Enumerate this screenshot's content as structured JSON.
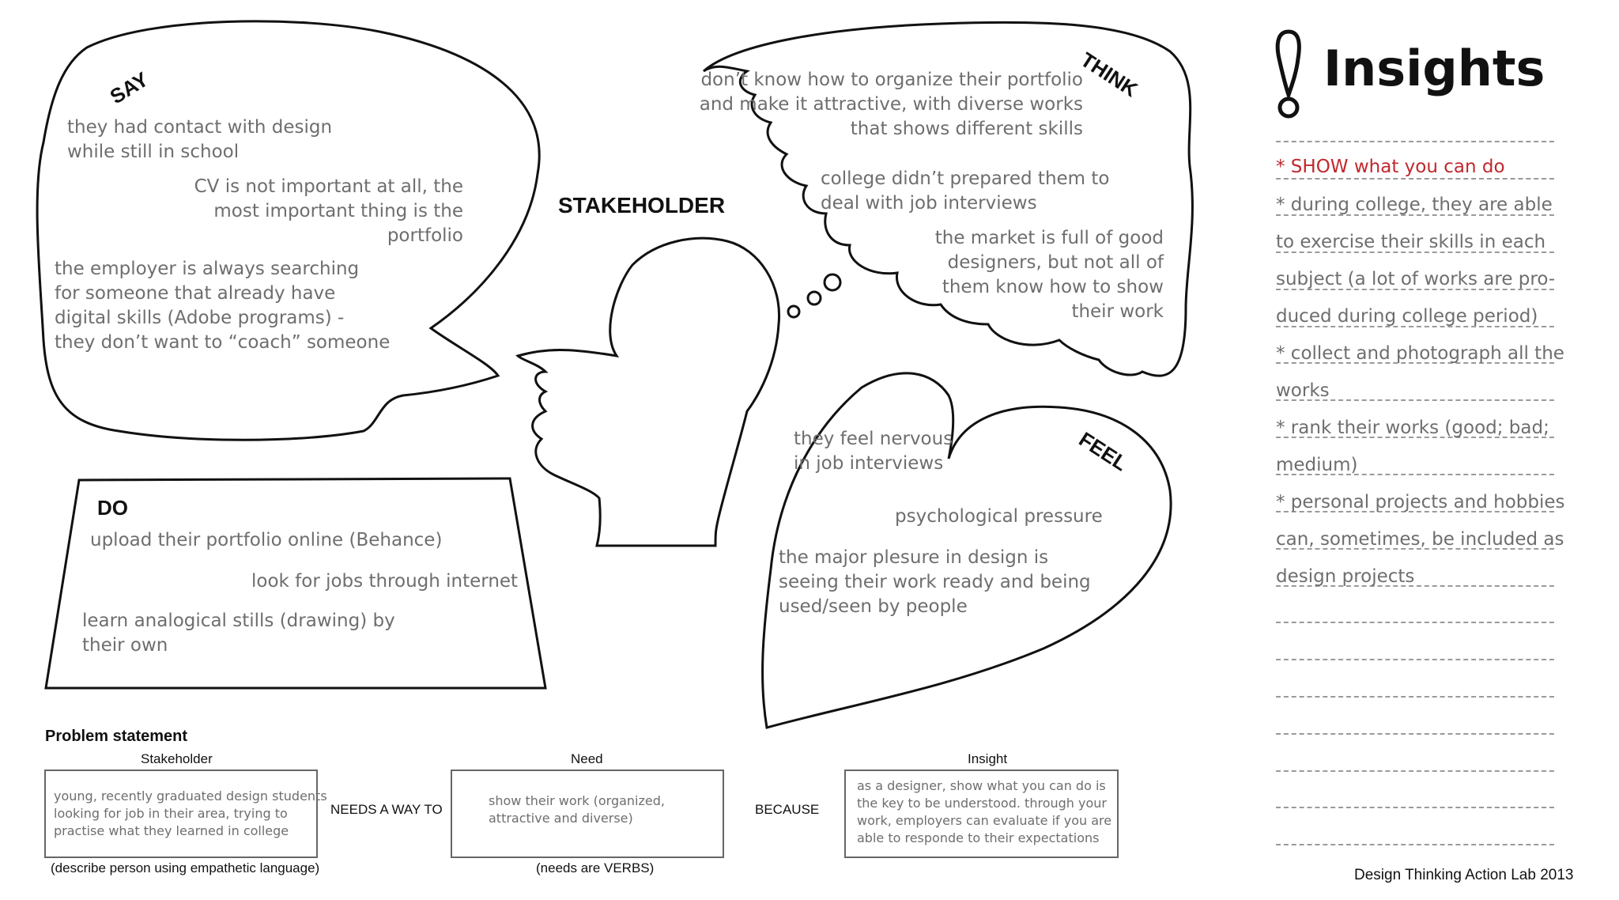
{
  "labels": {
    "say": "SAY",
    "think": "THINK",
    "feel": "FEEL",
    "do": "DO",
    "stakeholder": "STAKEHOLDER"
  },
  "say": {
    "t1": "they had contact with design\nwhile still in school",
    "t2": "CV is not important at all, the\nmost important thing is the\nportfolio",
    "t3": "the employer is always searching\nfor someone that already have\ndigital skills (Adobe programs) -\nthey don’t want to “coach” someone"
  },
  "think": {
    "t1": "don’t know how to organize their portfolio\nand make it attractive, with diverse works\nthat shows different skills",
    "t2": "college didn’t prepared them to\ndeal with job interviews",
    "t3": "the market is full of good\ndesigners, but not all of\nthem know how to show\ntheir work"
  },
  "feel": {
    "t1": "they feel nervous\nin job interviews",
    "t2": "psychological pressure",
    "t3": "the major plesure in design is\nseeing their work ready and being\nused/seen by people"
  },
  "do": {
    "t1": "upload their portfolio online (Behance)",
    "t2": "look for jobs through internet",
    "t3": "learn analogical stills (drawing) by\ntheir own"
  },
  "problem": {
    "title": "Problem statement",
    "stakeholder_header": "Stakeholder",
    "need_header": "Need",
    "insight_header": "Insight",
    "stakeholder_text": "young, recently graduated design students\nlooking for job in their area, trying to\npractise what they learned in college",
    "need_text": "show their work  (organized,\nattractive and diverse)",
    "insight_text": "as a designer, show what you can do is\nthe key to be understood. through your\nwork, employers can evaluate if you are\nable to responde to their expectations",
    "needs_a_way_to": "NEEDS A WAY TO",
    "because": "BECAUSE",
    "stakeholder_note": "(describe person using empathetic language)",
    "need_note": "(needs are VERBS)"
  },
  "insights": {
    "title": "Insights",
    "items": [
      {
        "text": "* SHOW what you can do",
        "color": "#c0282d"
      },
      {
        "text": "* during college, they are able",
        "color": "#6e6e6e"
      },
      {
        "text": "to exercise their skills in each",
        "color": "#6e6e6e"
      },
      {
        "text": "subject (a lot of works are pro-",
        "color": "#6e6e6e"
      },
      {
        "text": "duced during college period)",
        "color": "#6e6e6e"
      },
      {
        "text": "* collect and photograph all the",
        "color": "#6e6e6e"
      },
      {
        "text": "works",
        "color": "#6e6e6e"
      },
      {
        "text": " * rank their works (good; bad;",
        "color": "#6e6e6e"
      },
      {
        "text": "medium)",
        "color": "#6e6e6e"
      },
      {
        "text": "* personal projects and hobbies",
        "color": "#6e6e6e"
      },
      {
        "text": "can, sometimes, be included as",
        "color": "#6e6e6e"
      },
      {
        "text": " design projects",
        "color": "#6e6e6e"
      }
    ]
  },
  "footer": "Design Thinking Action Lab 2013"
}
